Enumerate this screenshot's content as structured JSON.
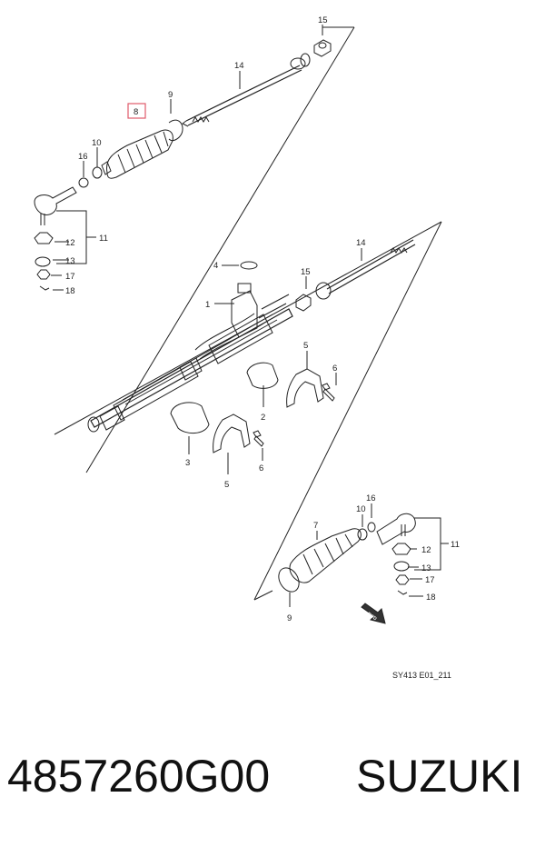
{
  "diagram": {
    "callouts": {
      "c1": "1",
      "c2": "2",
      "c3": "3",
      "c4": "4",
      "c5a": "5",
      "c5b": "5",
      "c6a": "6",
      "c6b": "6",
      "c7": "7",
      "c8": "8",
      "c9a": "9",
      "c9b": "9",
      "c10a": "10",
      "c10b": "10",
      "c11a": "11",
      "c11b": "11",
      "c12a": "12",
      "c12b": "12",
      "c13a": "13",
      "c13b": "13",
      "c14a": "14",
      "c14b": "14",
      "c15a": "15",
      "c15b": "15",
      "c16a": "16",
      "c16b": "16",
      "c17a": "17",
      "c17b": "17",
      "c18a": "18",
      "c18b": "18"
    },
    "highlighted_part": "8",
    "highlight_color": "#e05a6a",
    "diagram_code": "SY413 E01_211",
    "fwd_badge": "FWD"
  },
  "footer": {
    "part_number": "4857260G00",
    "brand": "SUZUKI"
  }
}
